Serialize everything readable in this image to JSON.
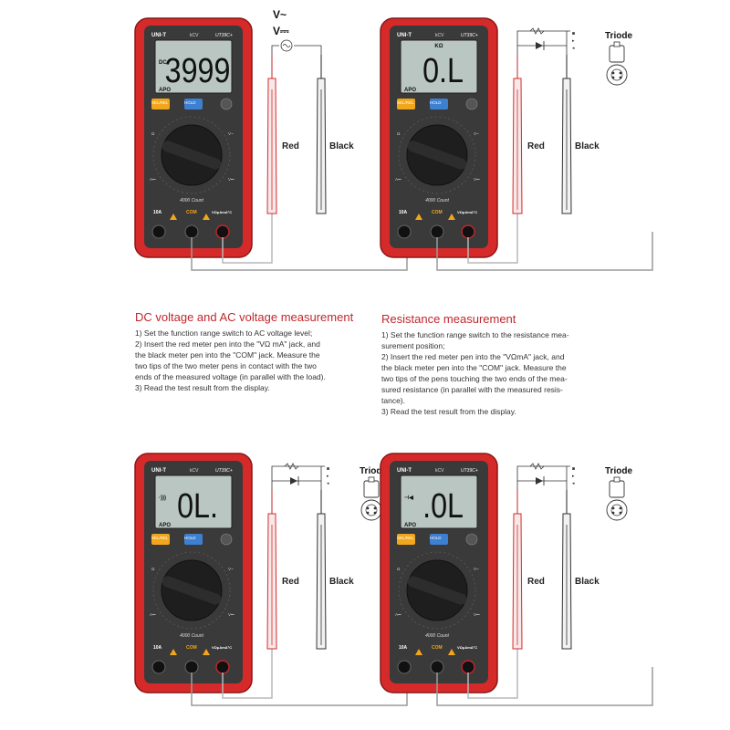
{
  "colors": {
    "case_red": "#d62a2a",
    "face_dark": "#3a3a3a",
    "lcd": "#b9c6c2",
    "accent_red": "#c0272d",
    "button_yellow": "#f2a61b",
    "button_blue": "#3d7fd0"
  },
  "panels": [
    {
      "id": "dc-ac",
      "meter": {
        "brand": "UNI-T",
        "model": "UT39C+",
        "range_hint": "kCV",
        "display": "3999",
        "mode": "DC",
        "unit": "",
        "apo": "APO",
        "sel_button": "SEL/REL",
        "hold_button": "HOLD",
        "count_label": "4000 Count",
        "jack_10a": "10A",
        "jack_com": "COM",
        "jack_v": "VΩμAmA°C"
      },
      "probe_red": "Red",
      "probe_black": "Black",
      "symbols": [
        "V~",
        "V⎓"
      ],
      "component": "ac-source",
      "component_label": ""
    },
    {
      "id": "resistance",
      "meter": {
        "brand": "UNI-T",
        "model": "UT39C+",
        "range_hint": "kCV",
        "display": "0.L",
        "mode": "",
        "unit": "KΩ",
        "apo": "APO",
        "sel_button": "SEL/REL",
        "hold_button": "HOLD",
        "count_label": "4000 Count",
        "jack_10a": "10A",
        "jack_com": "COM",
        "jack_v": "VΩμAmA°C"
      },
      "probe_red": "Red",
      "probe_black": "Black",
      "symbols": [],
      "component": "triode",
      "component_label": "Triode"
    },
    {
      "id": "diode",
      "meter": {
        "brand": "UNI-T",
        "model": "UT39C+",
        "range_hint": "kCV",
        "display": "0L.",
        "mode": "·)))",
        "unit": "",
        "apo": "APO",
        "sel_button": "SEL/REL",
        "hold_button": "HOLD",
        "count_label": "4000 Count",
        "jack_10a": "10A",
        "jack_com": "COM",
        "jack_v": "VΩμAmA°C"
      },
      "probe_red": "Red",
      "probe_black": "Black",
      "symbols": [],
      "component": "triode",
      "component_label": "Triode"
    },
    {
      "id": "continuity",
      "meter": {
        "brand": "UNI-T",
        "model": "UT39C+",
        "range_hint": "kCV",
        "display": ".0L",
        "mode": "⊣◀",
        "unit": "",
        "apo": "APO",
        "sel_button": "SEL/REL",
        "hold_button": "HOLD",
        "count_label": "4000 Count",
        "jack_10a": "10A",
        "jack_com": "COM",
        "jack_v": "VΩμAmA°C"
      },
      "probe_red": "Red",
      "probe_black": "Black",
      "symbols": [],
      "component": "triode",
      "component_label": "Triode"
    }
  ],
  "sections": [
    {
      "heading": "DC voltage and AC voltage measurement",
      "steps": [
        "1) Set the function range switch to AC voltage level;",
        "2) Insert the red meter pen into the \"VΩ mA\" jack, and",
        "the black meter pen into the \"COM\" jack. Measure the",
        "two tips of the two meter pens in contact with the two",
        "ends of the measured voltage (in parallel with the load).",
        "3) Read the test result from the display."
      ]
    },
    {
      "heading": "Resistance measurement",
      "steps": [
        "1) Set the function range switch to the resistance mea-",
        "surement position;",
        "2) Insert the red meter pen into the \"VΩmA\" jack, and",
        "the black meter pen into the \"COM\" jack. Measure the",
        "two tips of the pens touching the two ends of the mea-",
        "sured resistance (in parallel with the measured resis-",
        "tance).",
        "3) Read the test result from the display."
      ]
    }
  ]
}
